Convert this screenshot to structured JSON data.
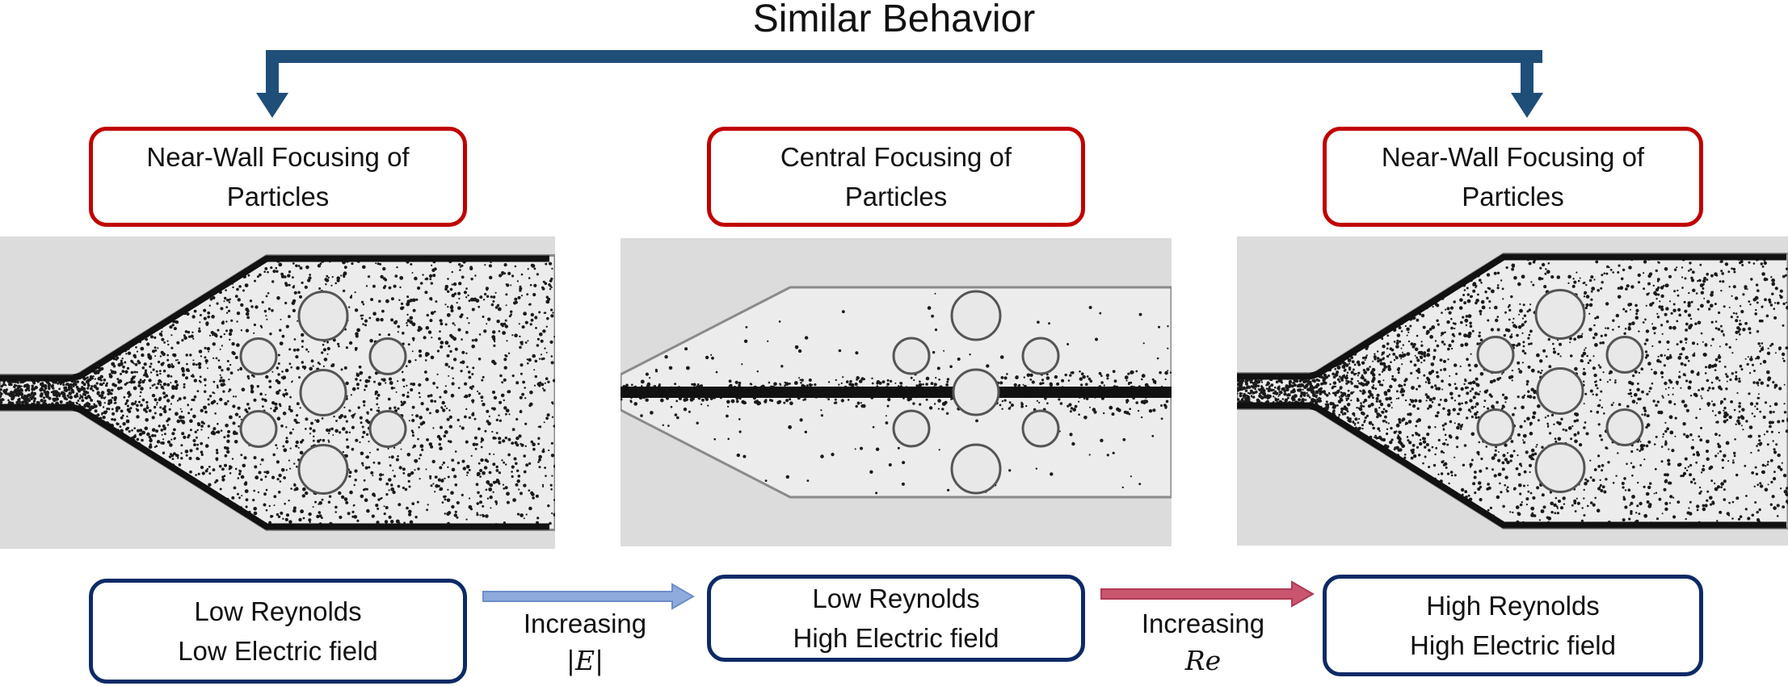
{
  "title": "Similar Behavior",
  "top_boxes": [
    {
      "line1": "Near-Wall Focusing of",
      "line2": "Particles"
    },
    {
      "line1": "Central Focusing of",
      "line2": "Particles"
    },
    {
      "line1": "Near-Wall Focusing of",
      "line2": "Particles"
    }
  ],
  "bottom_boxes": [
    {
      "line1": "Low Reynolds",
      "line2": "Low Electric field"
    },
    {
      "line1": "Low Reynolds",
      "line2": "High Electric field"
    },
    {
      "line1": "High Reynolds",
      "line2": "High Electric field"
    }
  ],
  "transitions": [
    {
      "label": "Increasing",
      "symbol": "|E|",
      "color": "#8faadc"
    },
    {
      "label": "Increasing",
      "symbol": "Re",
      "color": "#c9566e"
    }
  ],
  "colors": {
    "bracket": "#1f4e79",
    "top_border": "#c00000",
    "bottom_border": "#0d2a66"
  }
}
